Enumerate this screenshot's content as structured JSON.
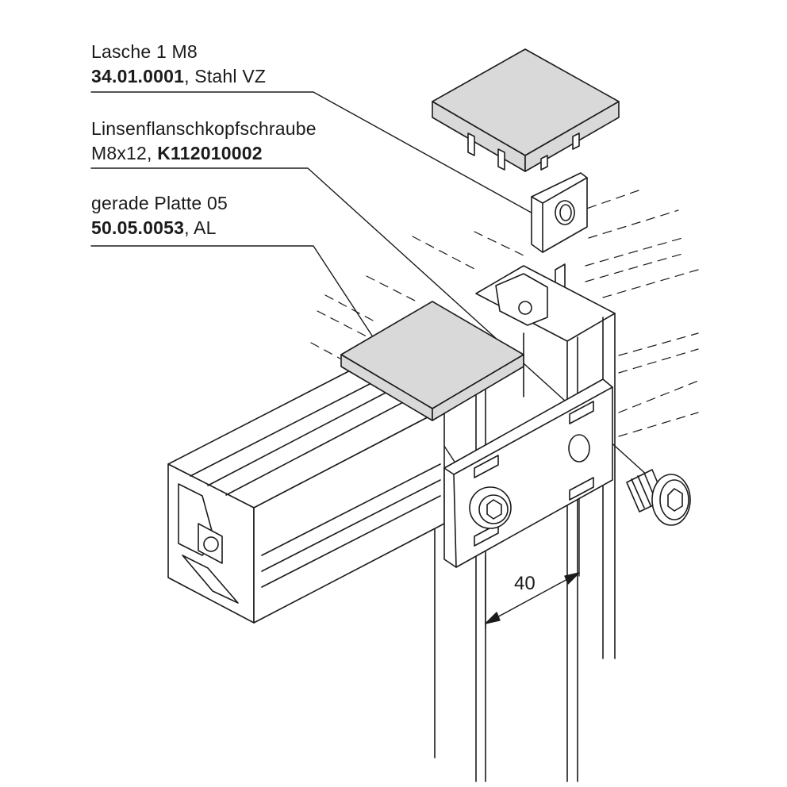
{
  "callouts": [
    {
      "name": "Lasche 1 M8",
      "part_number": "34.01.0001",
      "material": ", Stahl VZ"
    },
    {
      "name": "Linsenflanschkopfschraube",
      "size": "M8x12, ",
      "part_number": "K112010002"
    },
    {
      "name": "gerade Platte 05",
      "part_number": "50.05.0053",
      "material": ", AL"
    }
  ],
  "dimension": {
    "value": "40"
  },
  "colors": {
    "line": "#1b1b1b",
    "part_fill": "#d9d9d9",
    "background": "#ffffff"
  }
}
